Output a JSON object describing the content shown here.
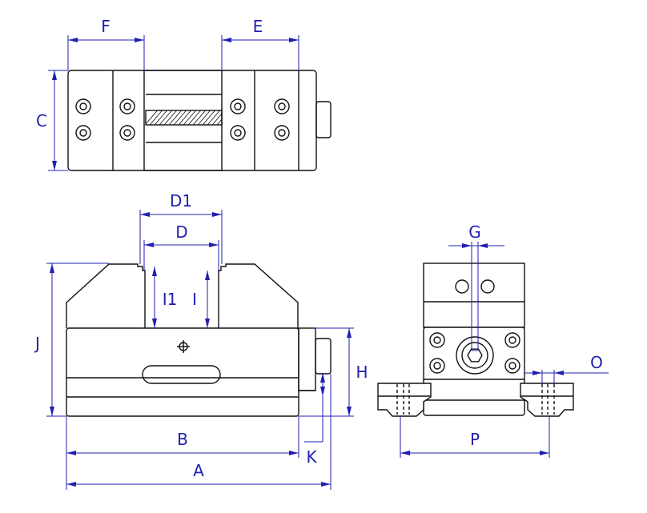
{
  "colors": {
    "outline": "#111111",
    "dimension": "#1f1fb0",
    "background": "#ffffff"
  },
  "labels": {
    "F": "F",
    "E": "E",
    "C": "C",
    "D1": "D1",
    "D": "D",
    "I1": "I1",
    "I": "I",
    "J": "J",
    "H": "H",
    "B": "B",
    "A": "A",
    "K": "K",
    "G": "G",
    "O": "O",
    "P": "P"
  },
  "icons": {
    "bolt": "socket-head-bolt-icon",
    "spindle": "spindle-hex-icon",
    "center_mark": "crosshair-icon"
  }
}
